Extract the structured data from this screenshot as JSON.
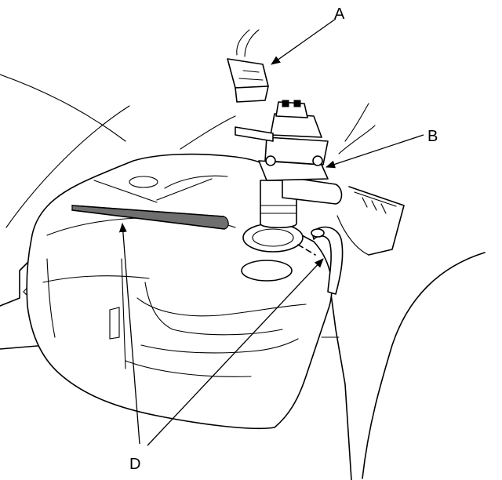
{
  "callouts": {
    "a": "A",
    "b": "B",
    "d": "D"
  }
}
